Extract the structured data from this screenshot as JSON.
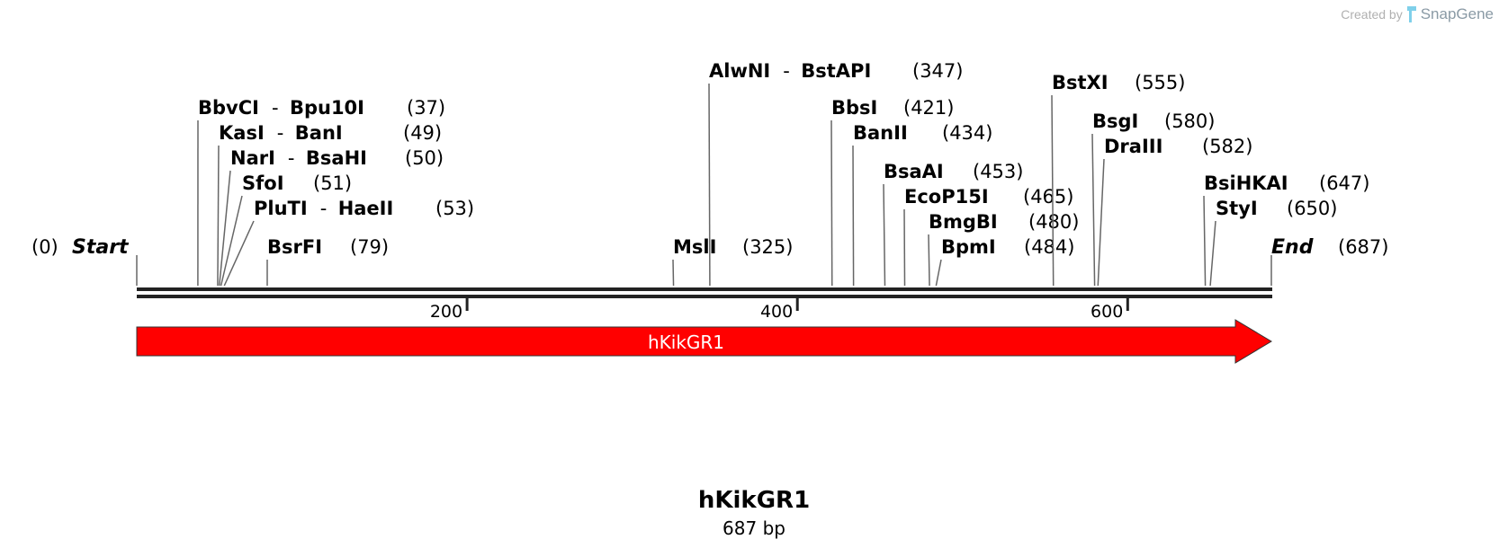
{
  "watermark": {
    "created_by": "Created by",
    "brand": "SnapGene"
  },
  "sequence": {
    "name": "hKikGR1",
    "length_label": "687 bp",
    "length_bp": 687,
    "start_label": "Start",
    "start_pos_label": "(0)",
    "end_label": "End",
    "end_pos_label": "(687)"
  },
  "ruler": {
    "ticks": [
      {
        "pos": 200,
        "label": "200"
      },
      {
        "pos": 400,
        "label": "400"
      },
      {
        "pos": 600,
        "label": "600"
      }
    ]
  },
  "features": [
    {
      "name": "hKikGR1",
      "start": 1,
      "end": 687,
      "direction": "forward",
      "color": "#ff0000"
    }
  ],
  "sites": [
    {
      "names": [
        "BbvCI",
        "Bpu10I"
      ],
      "pos": 37,
      "pos_label": "(37)"
    },
    {
      "names": [
        "KasI",
        "BanI"
      ],
      "pos": 49,
      "pos_label": "(49)"
    },
    {
      "names": [
        "NarI",
        "BsaHI"
      ],
      "pos": 50,
      "pos_label": "(50)"
    },
    {
      "names": [
        "SfoI"
      ],
      "pos": 51,
      "pos_label": "(51)"
    },
    {
      "names": [
        "PluTI",
        "HaeII"
      ],
      "pos": 53,
      "pos_label": "(53)"
    },
    {
      "names": [
        "BsrFI"
      ],
      "pos": 79,
      "pos_label": "(79)"
    },
    {
      "names": [
        "MslI"
      ],
      "pos": 325,
      "pos_label": "(325)"
    },
    {
      "names": [
        "AlwNI",
        "BstAPI"
      ],
      "pos": 347,
      "pos_label": "(347)"
    },
    {
      "names": [
        "BbsI"
      ],
      "pos": 421,
      "pos_label": "(421)"
    },
    {
      "names": [
        "BanII"
      ],
      "pos": 434,
      "pos_label": "(434)"
    },
    {
      "names": [
        "BsaAI"
      ],
      "pos": 453,
      "pos_label": "(453)"
    },
    {
      "names": [
        "EcoP15I"
      ],
      "pos": 465,
      "pos_label": "(465)"
    },
    {
      "names": [
        "BmgBI"
      ],
      "pos": 480,
      "pos_label": "(480)"
    },
    {
      "names": [
        "BpmI"
      ],
      "pos": 484,
      "pos_label": "(484)"
    },
    {
      "names": [
        "BstXI"
      ],
      "pos": 555,
      "pos_label": "(555)"
    },
    {
      "names": [
        "BsgI"
      ],
      "pos": 580,
      "pos_label": "(580)"
    },
    {
      "names": [
        "DraIII"
      ],
      "pos": 582,
      "pos_label": "(582)"
    },
    {
      "names": [
        "BsiHKAI"
      ],
      "pos": 647,
      "pos_label": "(647)"
    },
    {
      "names": [
        "StyI"
      ],
      "pos": 650,
      "pos_label": "(650)"
    }
  ]
}
